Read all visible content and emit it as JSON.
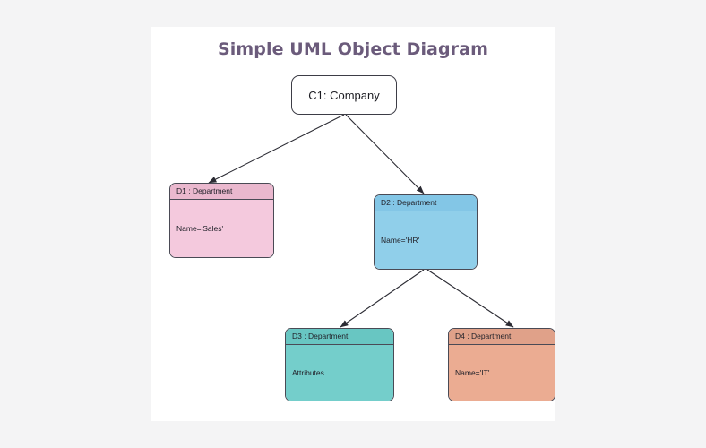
{
  "page": {
    "background_color": "#f4f4f5",
    "canvas_color": "#ffffff"
  },
  "diagram": {
    "title": "Simple UML Object Diagram",
    "title_color": "#6b5b7b",
    "type": "uml-object-diagram"
  },
  "nodes": [
    {
      "id": "C1",
      "label": "C1: Company",
      "kind": "root-object",
      "fill": "#ffffff",
      "border": "#3d3d46"
    },
    {
      "id": "D1",
      "header": "D1 : Department",
      "attribute": "Name='Sales'",
      "fill": "#f4c9dd",
      "header_fill": "#eab8ce"
    },
    {
      "id": "D2",
      "header": "D2 : Department",
      "attribute": "Name='HR'",
      "fill": "#90cfea",
      "header_fill": "#83c6e6"
    },
    {
      "id": "D3",
      "header": "D3 : Department",
      "attribute": "Attributes",
      "fill": "#74cecb",
      "header_fill": "#68c6c2"
    },
    {
      "id": "D4",
      "header": "D4 : Department",
      "attribute": "Name='IT'",
      "fill": "#ebac92",
      "header_fill": "#e0a189"
    }
  ],
  "edges": [
    {
      "from": "C1",
      "to": "D1",
      "arrow": "filled-triangle"
    },
    {
      "from": "C1",
      "to": "D2",
      "arrow": "filled-triangle"
    },
    {
      "from": "D2",
      "to": "D3",
      "arrow": "filled-triangle"
    },
    {
      "from": "D2",
      "to": "D4",
      "arrow": "filled-triangle"
    }
  ]
}
